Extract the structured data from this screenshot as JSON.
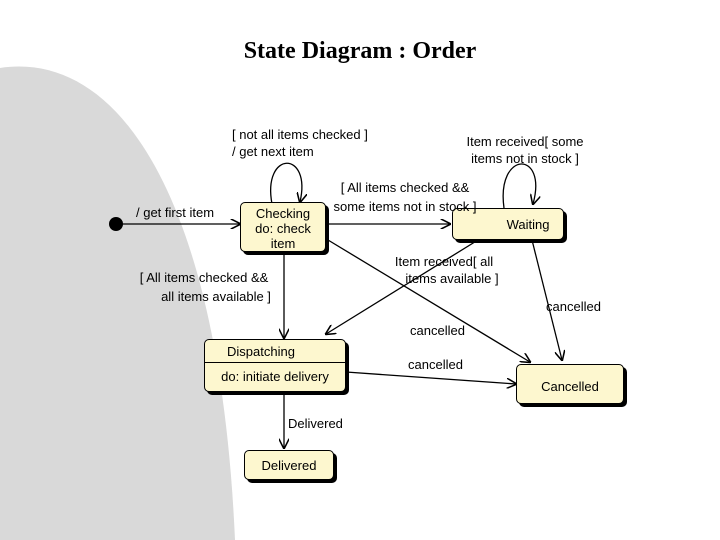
{
  "title": "State Diagram : Order",
  "states": {
    "checking": {
      "name": "Checking",
      "activity_line1": "do: check",
      "activity_line2": "item"
    },
    "waiting": {
      "name": "Waiting"
    },
    "dispatching": {
      "name": "Dispatching",
      "activity": "do: initiate delivery"
    },
    "cancelled": {
      "name": "Cancelled"
    },
    "delivered": {
      "name": "Delivered"
    }
  },
  "transitions": {
    "initial": "/ get first item",
    "checking_self_1": "[ not all items checked ]",
    "checking_self_2": "/ get next item",
    "checking_to_waiting_1": "[ All items checked &&",
    "checking_to_waiting_2": "some  items not in stock ]",
    "waiting_self_1": "Item received[ some",
    "waiting_self_2": "items not in stock ]",
    "checking_to_dispatching_1": "[ All items checked &&",
    "checking_to_dispatching_2": "all items available ]",
    "waiting_to_dispatching_1": "Item received[ all",
    "waiting_to_dispatching_2": "items available ]",
    "waiting_cancel": "cancelled",
    "checking_cancel": "cancelled",
    "dispatching_cancel": "cancelled",
    "delivered": "Delivered"
  },
  "colors": {
    "state_fill": "#fdf7cf",
    "background_arc": "#d9d9d9"
  }
}
